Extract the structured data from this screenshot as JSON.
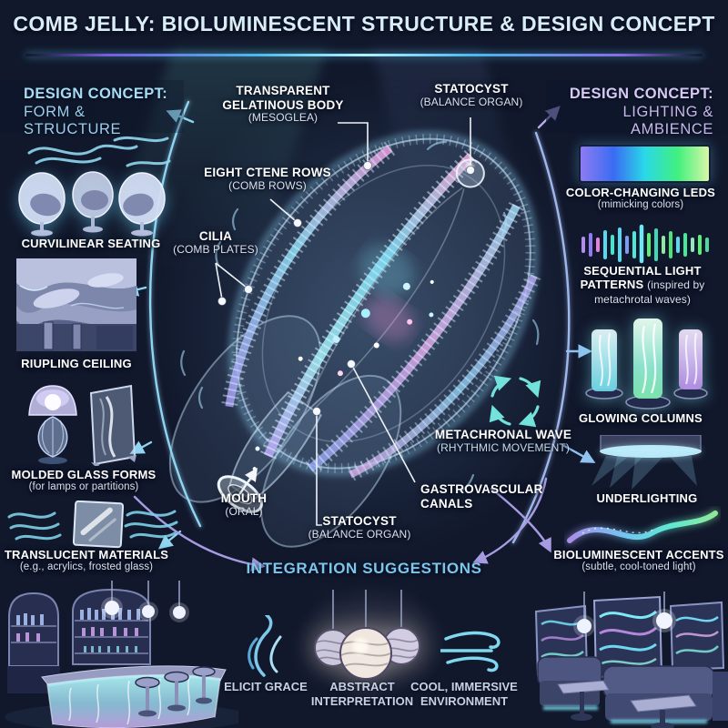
{
  "title": "COMB JELLY: BIOLUMINESCENT STRUCTURE & DESIGN CONCEPT",
  "left": {
    "header1": "DESIGN CONCEPT:",
    "header2": "FORM & STRUCTURE",
    "curvilinear": "CURVILINEAR SEATING",
    "rippling": "RIUPLING CEILING",
    "molded": "MOLDED GLASS FORMS",
    "molded_sub": "(for lamps or partitions)",
    "translucent": "TRANSLUCENT MATERIALS",
    "translucent_sub": "(e.g., acrylics, frosted glass)"
  },
  "right": {
    "header1": "DESIGN CONCEPT:",
    "header2": "LIGHTING & AMBIENCE",
    "leds": "COLOR-CHANGING LEDS",
    "leds_sub": "(mimicking colors)",
    "sequential": "SEQUENTIAL LIGHT PATTERNS",
    "sequential_sub": "(inspired by metachrotal waves)",
    "columns": "GLOWING COLUMNS",
    "underlighting": "UNDERLIGHTING",
    "accents": "BIOLUMINESCENT ACCENTS",
    "accents_sub": "(subtle, cool-toned light)"
  },
  "anatomy": {
    "body": "TRANSPARENT GELATINOUS BODY",
    "body_sub": "(MESOGLEA)",
    "statocyst_top": "STATOCYST",
    "statocyst_top_sub": "(BALANCE ORGAN)",
    "ctene": "EIGHT CTENE ROWS",
    "ctene_sub": "(COMB ROWS)",
    "cilia": "CILIA",
    "cilia_sub": "(COMB PLATES)",
    "mouth": "MOUTH",
    "mouth_sub": "(ORAL)",
    "statocyst_bottom": "STATOCYST",
    "statocyst_bottom_sub": "(BALANCE ORGAN)",
    "gastro": "GASTROVASCULAR CANALS",
    "wave": "METACHRONAL WAVE",
    "wave_sub": "(RHYTHMIC MOVEMENT)"
  },
  "integration": {
    "header": "INTEGRATION SUGGESTIONS",
    "item1": "ELICIT GRACE",
    "item2": "ABSTRACT INTERPRETATION",
    "item3": "COOL, IMMERSIVE ENVIRONMENT"
  },
  "colors": {
    "accent_cyan": "#8fd4f0",
    "accent_lavender": "#c6b9e9",
    "accent_purple_arrow": "#a79ce2",
    "integration_header": "#7cc6ec",
    "title_text": "#d9edf7",
    "led_gradient": [
      "#8d7bf2",
      "#3a6cf2",
      "#2ad8e8",
      "#41f07e",
      "#d9f7a6"
    ]
  }
}
